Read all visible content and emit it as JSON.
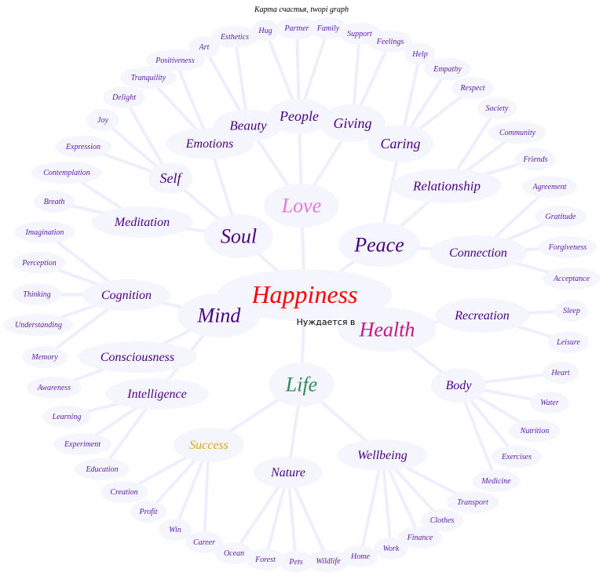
{
  "title": "Карта счастья, twopi graph",
  "edge_label": "Нуждается в",
  "colors": {
    "root": "#ff0000",
    "level1": "#4b0082",
    "level2": "#4b0082",
    "leaf": "#5c1aa6",
    "edge": "#efeefc",
    "fill": "#f5f5fe"
  },
  "nodes": [
    {
      "label": "Happiness",
      "parent": null,
      "color": "#ff0000"
    },
    {
      "label": "Love",
      "parent": "Happiness",
      "color": "#e07ad8"
    },
    {
      "label": "Soul",
      "parent": "Happiness"
    },
    {
      "label": "Peace",
      "parent": "Happiness"
    },
    {
      "label": "Mind",
      "parent": "Happiness"
    },
    {
      "label": "Health",
      "parent": "Happiness",
      "color": "#c71585"
    },
    {
      "label": "Life",
      "parent": "Happiness",
      "color": "#2e8b57"
    },
    {
      "label": "People",
      "parent": "Love"
    },
    {
      "label": "Beauty",
      "parent": "Love"
    },
    {
      "label": "Giving",
      "parent": "Love"
    },
    {
      "label": "Emotions",
      "parent": "Soul"
    },
    {
      "label": "Self",
      "parent": "Soul"
    },
    {
      "label": "Meditation",
      "parent": "Soul"
    },
    {
      "label": "Caring",
      "parent": "Peace"
    },
    {
      "label": "Relationship",
      "parent": "Peace"
    },
    {
      "label": "Connection",
      "parent": "Peace"
    },
    {
      "label": "Cognition",
      "parent": "Mind"
    },
    {
      "label": "Consciousness",
      "parent": "Mind"
    },
    {
      "label": "Intelligence",
      "parent": "Mind"
    },
    {
      "label": "Recreation",
      "parent": "Health"
    },
    {
      "label": "Body",
      "parent": "Health"
    },
    {
      "label": "Success",
      "parent": "Life",
      "color": "#daa520"
    },
    {
      "label": "Nature",
      "parent": "Life"
    },
    {
      "label": "Wellbeing",
      "parent": "Life"
    },
    {
      "label": "Hug",
      "parent": "People"
    },
    {
      "label": "Partner",
      "parent": "People"
    },
    {
      "label": "Family",
      "parent": "People"
    },
    {
      "label": "Esthetics",
      "parent": "Beauty"
    },
    {
      "label": "Art",
      "parent": "Beauty"
    },
    {
      "label": "Positiveness",
      "parent": "Emotions"
    },
    {
      "label": "Tranquility",
      "parent": "Emotions"
    },
    {
      "label": "Support",
      "parent": "Giving"
    },
    {
      "label": "Feelings",
      "parent": "Giving"
    },
    {
      "label": "Help",
      "parent": "Caring"
    },
    {
      "label": "Empathy",
      "parent": "Caring"
    },
    {
      "label": "Respect",
      "parent": "Caring"
    },
    {
      "label": "Delight",
      "parent": "Self"
    },
    {
      "label": "Joy",
      "parent": "Self"
    },
    {
      "label": "Expression",
      "parent": "Self"
    },
    {
      "label": "Contemplation",
      "parent": "Meditation"
    },
    {
      "label": "Breath",
      "parent": "Meditation"
    },
    {
      "label": "Society",
      "parent": "Relationship"
    },
    {
      "label": "Community",
      "parent": "Relationship"
    },
    {
      "label": "Friends",
      "parent": "Relationship"
    },
    {
      "label": "Agreement",
      "parent": "Connection"
    },
    {
      "label": "Gratitude",
      "parent": "Connection"
    },
    {
      "label": "Forgiveness",
      "parent": "Connection"
    },
    {
      "label": "Acceptance",
      "parent": "Connection"
    },
    {
      "label": "Imagination",
      "parent": "Cognition"
    },
    {
      "label": "Perception",
      "parent": "Cognition"
    },
    {
      "label": "Thinking",
      "parent": "Cognition"
    },
    {
      "label": "Understanding",
      "parent": "Cognition"
    },
    {
      "label": "Memory",
      "parent": "Cognition"
    },
    {
      "label": "Awareness",
      "parent": "Consciousness"
    },
    {
      "label": "Sleep",
      "parent": "Recreation"
    },
    {
      "label": "Leisure",
      "parent": "Recreation"
    },
    {
      "label": "Heart",
      "parent": "Body"
    },
    {
      "label": "Water",
      "parent": "Body"
    },
    {
      "label": "Nutrition",
      "parent": "Body"
    },
    {
      "label": "Exercises",
      "parent": "Body"
    },
    {
      "label": "Medicine",
      "parent": "Body"
    },
    {
      "label": "Learning",
      "parent": "Intelligence"
    },
    {
      "label": "Experiment",
      "parent": "Intelligence"
    },
    {
      "label": "Education",
      "parent": "Intelligence"
    },
    {
      "label": "Creation",
      "parent": "Success"
    },
    {
      "label": "Profit",
      "parent": "Success"
    },
    {
      "label": "Win",
      "parent": "Success"
    },
    {
      "label": "Career",
      "parent": "Success"
    },
    {
      "label": "Ocean",
      "parent": "Nature"
    },
    {
      "label": "Forest",
      "parent": "Nature"
    },
    {
      "label": "Pets",
      "parent": "Nature"
    },
    {
      "label": "Wildlife",
      "parent": "Nature"
    },
    {
      "label": "Home",
      "parent": "Wellbeing"
    },
    {
      "label": "Work",
      "parent": "Wellbeing"
    },
    {
      "label": "Finance",
      "parent": "Wellbeing"
    },
    {
      "label": "Clothes",
      "parent": "Wellbeing"
    },
    {
      "label": "Transport",
      "parent": "Wellbeing"
    }
  ]
}
